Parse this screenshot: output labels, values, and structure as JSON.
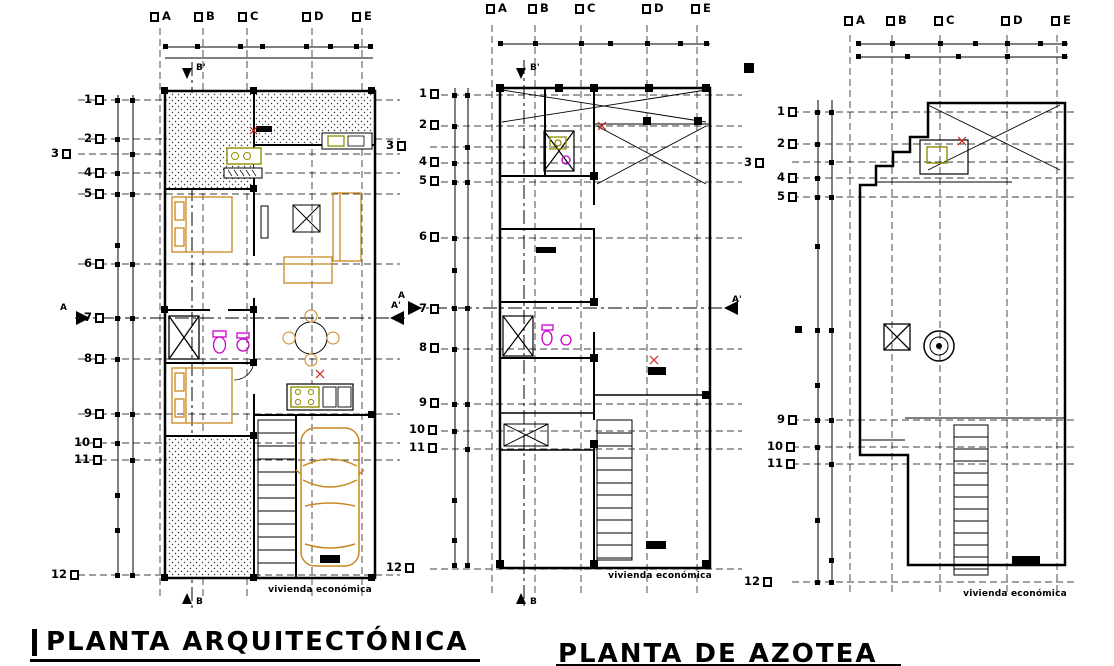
{
  "sheet": {
    "type": "architectural-plan-sheet",
    "project": "vivienda económica"
  },
  "plans": [
    {
      "title": "PLANTA ARQUITECTÓNICA",
      "caption": "vivienda económica",
      "columns": [
        "A",
        "B",
        "C",
        "D",
        "E"
      ],
      "rows": [
        "1",
        "2",
        "3",
        "4",
        "5",
        "6",
        "7",
        "8",
        "9",
        "10",
        "11",
        "12"
      ],
      "markers": {
        "left": "A",
        "right": "A'",
        "top": "B'",
        "bottom": "B"
      }
    },
    {
      "title": "PLANTA DE AZOTEA",
      "caption": "vivienda económica",
      "columns": [
        "A",
        "B",
        "C",
        "D",
        "E"
      ],
      "rows": [
        "1",
        "2",
        "3",
        "4",
        "5",
        "6",
        "7",
        "8",
        "9",
        "10",
        "11",
        "12"
      ],
      "markers": {
        "left": "A",
        "right": "A'",
        "top": "B'",
        "bottom": "B"
      }
    },
    {
      "title": "",
      "caption": "vivienda económica",
      "columns": [
        "A",
        "B",
        "C",
        "D",
        "E"
      ],
      "rows": [
        "1",
        "2",
        "3",
        "4",
        "5",
        "9",
        "10",
        "11",
        "12"
      ],
      "markers": {}
    }
  ],
  "colors": {
    "linework": "#000000",
    "furniture": "#c8871f",
    "plumbing_fixtures": "#cc00cc",
    "kitchen_appliances": "#8f8f00",
    "electrical_marks": "#cc2211",
    "background": "#ffffff"
  }
}
